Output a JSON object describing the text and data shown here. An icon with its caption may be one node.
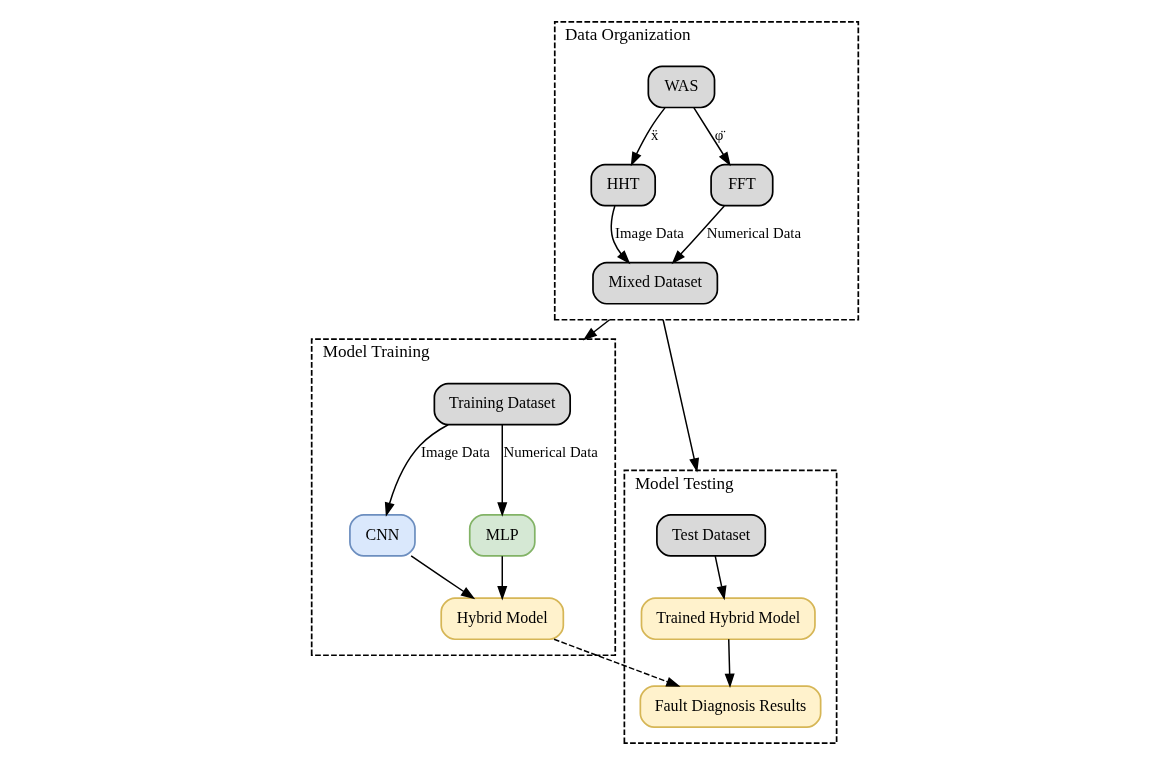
{
  "diagram": {
    "nodes": [
      {
        "text": [
          "Data Organization"
        ]
      },
      {
        "text": [
          "WAS"
        ],
        "in": 0
      },
      {
        "text": [
          "HHT"
        ],
        "in": 0
      },
      {
        "text": [
          "FFT"
        ],
        "in": 0
      },
      {
        "text": [
          "Mixed Dataset"
        ],
        "in": 0
      },
      {
        "text": [
          "Model Training"
        ]
      },
      {
        "text": [
          "Training Dataset"
        ],
        "in": 5
      },
      {
        "text": [
          "CNN"
        ],
        "in": 5
      },
      {
        "text": [
          "MLP"
        ],
        "in": 5
      },
      {
        "text": [
          "Hybrid Model"
        ],
        "in": 5
      },
      {
        "text": [
          "Model Testing"
        ]
      },
      {
        "text": [
          "Test Dataset"
        ],
        "in": 10
      },
      {
        "text": [
          "Trained Hybrid Model"
        ],
        "in": 10
      },
      {
        "text": [
          "Fault Diagnosis Results"
        ],
        "in": 10
      }
    ],
    "edges": [
      {
        "from": 1,
        "to": 2,
        "arrow": "to",
        "label": "ẍ"
      },
      {
        "from": 1,
        "to": 3,
        "arrow": "to",
        "label": "φ̈"
      },
      {
        "from": 2,
        "to": 4,
        "arrow": "to",
        "label": "Image Data"
      },
      {
        "from": 3,
        "to": 4,
        "arrow": "to",
        "label": "Numerical Data"
      },
      {
        "from": 0,
        "to": 5,
        "arrow": "to"
      },
      {
        "from": 0,
        "to": 10,
        "arrow": "to"
      },
      {
        "from": 6,
        "to": 7,
        "arrow": "to",
        "label": "Image Data"
      },
      {
        "from": 6,
        "to": 8,
        "arrow": "to",
        "label": "Numerical Data"
      },
      {
        "from": 7,
        "to": 9,
        "arrow": "to"
      },
      {
        "from": 8,
        "to": 9,
        "arrow": "to"
      },
      {
        "from": 9,
        "to": 13,
        "arrow": "to",
        "style": "dashed"
      },
      {
        "from": 11,
        "to": 12,
        "arrow": "to"
      },
      {
        "from": 12,
        "to": 13,
        "arrow": "to"
      }
    ]
  }
}
